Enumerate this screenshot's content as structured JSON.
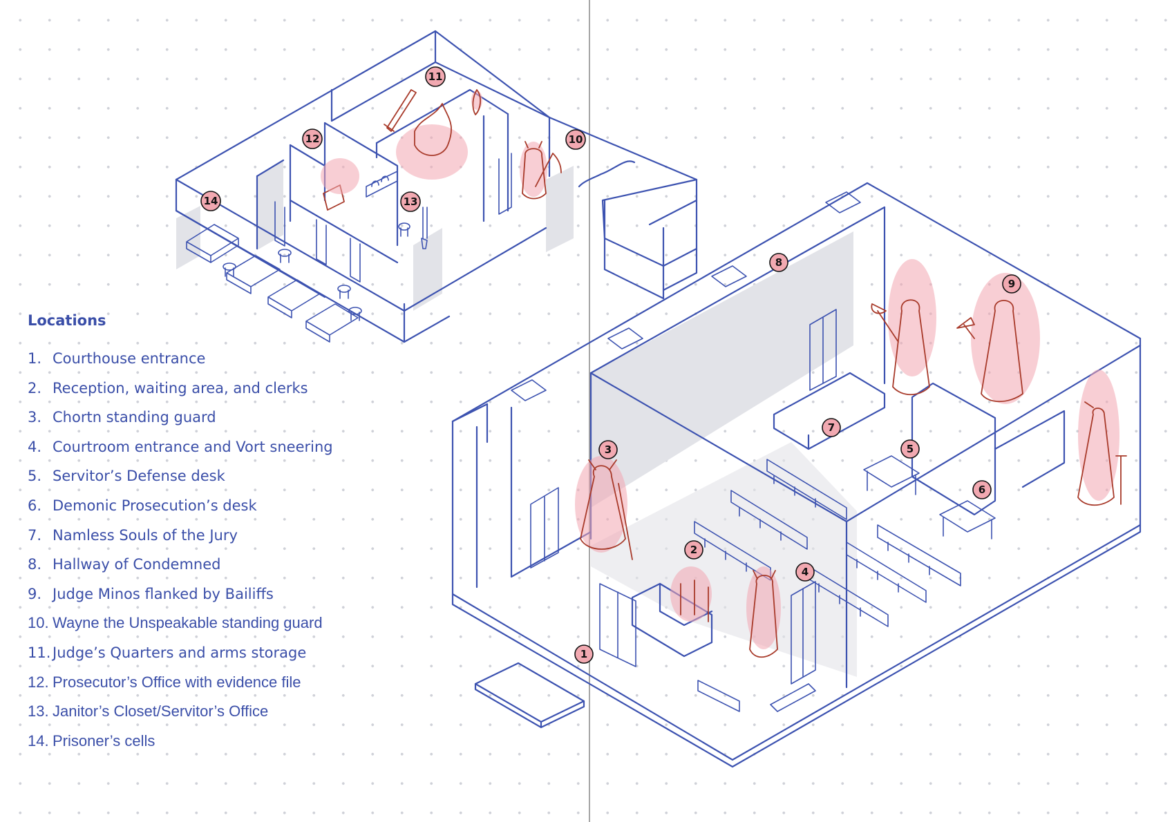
{
  "legend": {
    "title": "Locations",
    "items": [
      {
        "num": "1.",
        "label": "Courthouse entrance"
      },
      {
        "num": "2.",
        "label": "Reception, waiting area, and clerks"
      },
      {
        "num": "3.",
        "label": "Chortn standing guard"
      },
      {
        "num": "4.",
        "label": "Courtroom entrance and Vort sneering"
      },
      {
        "num": "5.",
        "label": "Servitor’s Defense desk"
      },
      {
        "num": "6.",
        "label": "Demonic Prosecution’s desk"
      },
      {
        "num": "7.",
        "label": "Namless Souls of the Jury"
      },
      {
        "num": "8.",
        "label": "Hallway of Condemned"
      },
      {
        "num": "9.",
        "label": "Judge Minos flanked by Bailiffs"
      },
      {
        "num": "10.",
        "label": "Wayne the Unspeakable standing guard"
      },
      {
        "num": "11.",
        "label": "Judge’s Quarters and arms storage"
      },
      {
        "num": "12.",
        "label": "Prosecutor’s Office with evidence file"
      },
      {
        "num": "13.",
        "label": "Janitor’s Closet/Servitor’s Office"
      },
      {
        "num": "14.",
        "label": "Prisoner’s cells"
      }
    ]
  },
  "markers": [
    "1",
    "2",
    "3",
    "4",
    "5",
    "6",
    "7",
    "8",
    "9",
    "10",
    "11",
    "12",
    "13",
    "14"
  ],
  "colors": {
    "ink": "#3c52b0",
    "marker_fill": "#f2a9b1",
    "figure_stroke": "#a83a2a",
    "legend_text": "#3a4ea8"
  }
}
